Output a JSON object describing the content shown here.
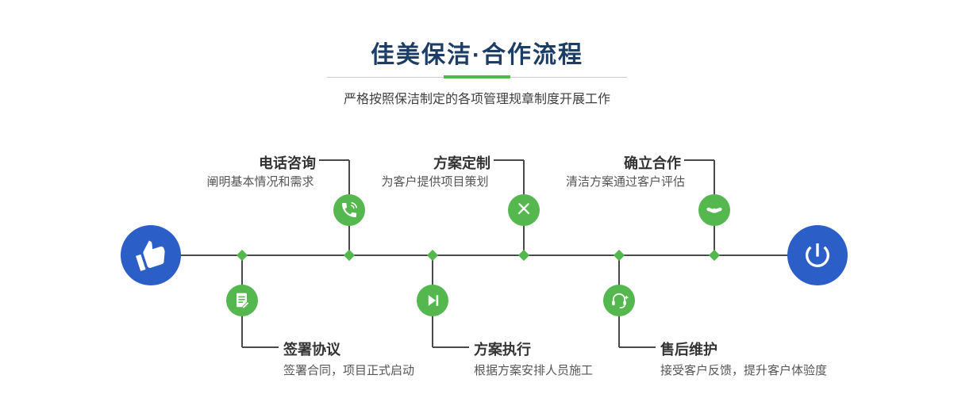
{
  "header": {
    "title": "佳美保洁·合作流程",
    "subtitle": "严格按照保洁制定的各项管理规章制度开展工作"
  },
  "flow": {
    "start": {
      "icon": "hand-pointer-icon"
    },
    "end": {
      "icon": "power-icon"
    },
    "steps_top": [
      {
        "label": "电话咨询",
        "desc": "阐明基本情况和需求",
        "icon": "phone-icon"
      },
      {
        "label": "方案定制",
        "desc": "为客户提供项目策划",
        "icon": "design-tools-icon"
      },
      {
        "label": "确立合作",
        "desc": "清洁方案通过客户评估",
        "icon": "handshake-icon"
      }
    ],
    "steps_bottom": [
      {
        "label": "签署协议",
        "desc": "签署合同，项目正式启动",
        "icon": "document-sign-icon"
      },
      {
        "label": "方案执行",
        "desc": "根据方案安排人员施工",
        "icon": "play-icon"
      },
      {
        "label": "售后维护",
        "desc": "接受客户反馈，提升客户体验度",
        "icon": "headset-icon"
      }
    ],
    "colors": {
      "terminal_blue": "#2b5fc7",
      "node_green": "#55b84e",
      "title_navy": "#1b3d66",
      "line_gray": "#4a4a4a"
    }
  }
}
